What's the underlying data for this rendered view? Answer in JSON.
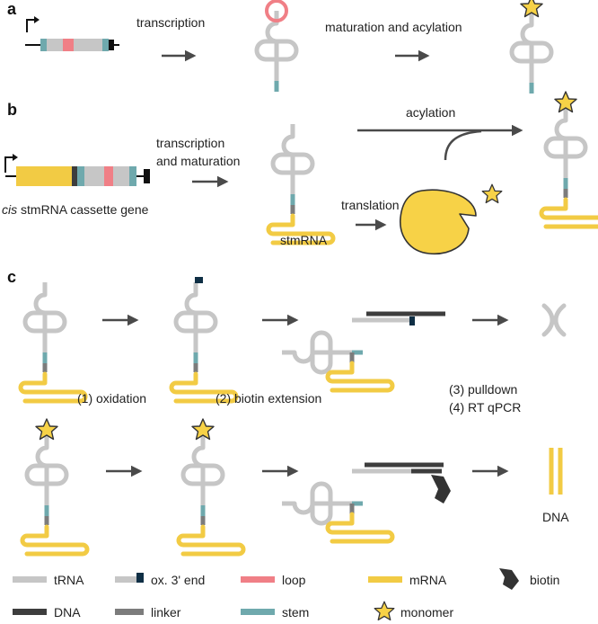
{
  "colors": {
    "trna": "#c6c6c6",
    "ox_end": "#0f2f45",
    "loop": "#f07f86",
    "mrna": "#f2cb44",
    "dna": "#3d3d3d",
    "linker": "#7c7c7c",
    "stem": "#6fa9ad",
    "monomer": "#f7d247",
    "outline": "#333333",
    "arrow": "#4a4a4a"
  },
  "panels": {
    "a": {
      "letter": "a",
      "transcription": "transcription",
      "maturation": "maturation and acylation"
    },
    "b": {
      "letter": "b",
      "transcription_line1": "transcription",
      "transcription_line2": "and maturation",
      "acylation": "acylation",
      "translation": "translation",
      "gene_italic": "cis",
      "gene_rest": " stmRNA cassette gene",
      "stmrna": "stmRNA"
    },
    "c": {
      "letter": "c",
      "step1": "(1) oxidation",
      "step2": "(2) biotin extension",
      "step3": "(3) pulldown",
      "step4": "(4) RT qPCR",
      "dna": "DNA"
    }
  },
  "legend": [
    {
      "key": "trna",
      "label": "tRNA"
    },
    {
      "key": "ox_end",
      "label": "ox. 3' end"
    },
    {
      "key": "loop",
      "label": "loop"
    },
    {
      "key": "mrna",
      "label": "mRNA"
    },
    {
      "key": "biotin",
      "label": "biotin"
    },
    {
      "key": "dna",
      "label": "DNA"
    },
    {
      "key": "linker",
      "label": "linker"
    },
    {
      "key": "stem",
      "label": "stem"
    },
    {
      "key": "monomer",
      "label": "monomer"
    }
  ]
}
